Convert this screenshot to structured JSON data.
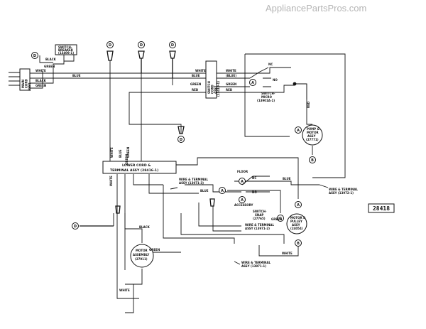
{
  "watermark": "AppliancePartsPros.com",
  "part_number": "28418",
  "connectors": {
    "d": "D",
    "a": "A",
    "b": "B",
    "c": "C"
  },
  "switch_labels": {
    "nc": "NC",
    "no": "NO",
    "floor": "FLOOR",
    "accessory": "ACCESSORY"
  },
  "components": {
    "switch_breaker": [
      "SWITCH-",
      "BREAKER",
      "(13409-1)"
    ],
    "main_cord": [
      "MAIN",
      "CORD",
      "ASSY"
    ],
    "switch_cord": [
      "SWITCH",
      "CORD",
      "ASSY",
      "(13410-1)"
    ],
    "switch_micro": [
      "SWITCH-",
      "MICRO",
      "(13901A-1)"
    ],
    "pump_motor": [
      "PUMP &",
      "MOTOR",
      "ASSY",
      "(27771)"
    ],
    "lower_cord": [
      "LOWER CORD &",
      "TERMINAL ASSY (28416-1)"
    ],
    "wire_terminal_1": [
      "WIRE & TERMINAL",
      "ASSY (13971-3)"
    ],
    "wire_terminal_2": [
      "WIRE & TERMINAL",
      "ASSY (13972-1)"
    ],
    "switch_snap": [
      "SWITCH-",
      "SNAP",
      "(27765)"
    ],
    "motor_pulley": [
      "MOTOR &",
      "PULLEY",
      "ASSY",
      "(24054)"
    ],
    "wire_terminal_3": [
      "WIRE & TERMINAL",
      "ASSY (13971-2)"
    ],
    "motor_assembly": [
      "MOTOR",
      "ASSEMBLY",
      "(27911)"
    ],
    "wire_terminal_4": [
      "WIRE & TERMINAL",
      "ASSY (13971-1)"
    ]
  },
  "wire_labels": {
    "black_top": "BLACK",
    "green_top": "GREEN",
    "white": "WHITE",
    "blue": "BLUE",
    "black": "BLACK",
    "green": "GREEN",
    "red": "RED",
    "blue_switch": "(BLUE)",
    "white_sw": "WHITE",
    "green_sw": "GREEN",
    "red_sw": "RED",
    "red_pump": "RED",
    "white_v1": "WHITE",
    "blue_v": "BLUE",
    "green_v": "GREEN",
    "white_v2": "WHITE",
    "blue_lower": "BLUE",
    "blue_right": "BLUE",
    "green_motor": "GREEN",
    "white_bottom": "WHITE",
    "black_motor": "BLACK",
    "green_bottom": "GREEN",
    "green_pulley": "GREEN",
    "white_pulley": "WHITE"
  }
}
